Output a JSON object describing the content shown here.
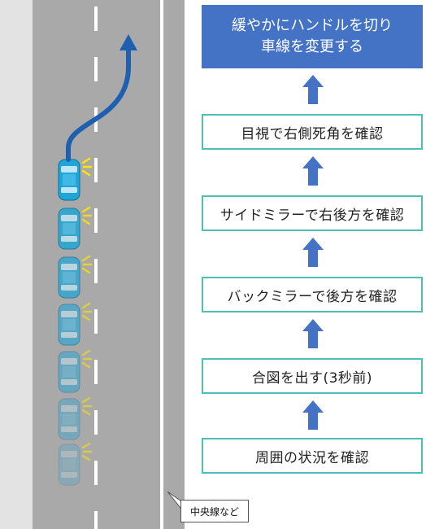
{
  "goal": {
    "line1": "緩やかにハンドルを切り",
    "line2": "車線を変更する"
  },
  "steps": [
    "目視で右側死角を確認",
    "サイドミラーで右後方を確認",
    "バックミラーで後方を確認",
    "合図を出す(3秒前)",
    "周囲の状況を確認"
  ],
  "callout": "中央線など",
  "colors": {
    "goal_bg": "#4472c4",
    "step_border": "#4dbfb4",
    "arrow": "#4472c4",
    "car": "#1fa6d8",
    "path": "#1f5fb0",
    "blinker": "#ffe600"
  }
}
